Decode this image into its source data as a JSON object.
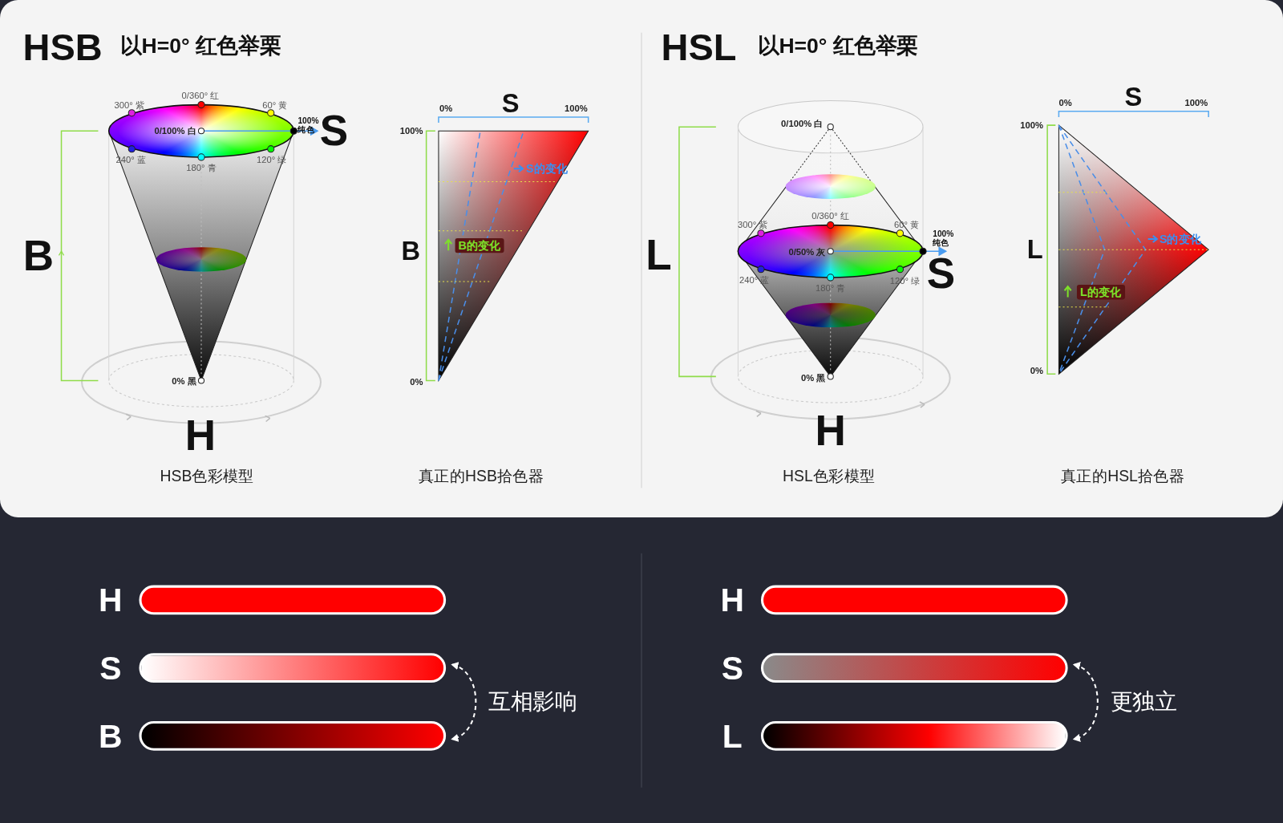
{
  "diagram": {
    "nodes": [
      {
        "text": [
          "H"
        ]
      },
      {
        "text": [
          "S"
        ]
      },
      {
        "text": [
          "B"
        ]
      },
      {
        "text": [
          "H"
        ]
      },
      {
        "text": [
          "S"
        ]
      },
      {
        "text": [
          "L"
        ]
      }
    ],
    "edges": [
      {
        "from": 1,
        "to": 2,
        "arrow": "both",
        "label": "互相影响"
      },
      {
        "from": 4,
        "to": 5,
        "arrow": "both",
        "label": "更独立"
      }
    ],
    "labels": [
      "HSB",
      "以H=0° 红色举栗",
      "0/360° 红",
      "300° 紫",
      "60° 黄",
      "0/100% 白",
      "100% 纯色",
      "S",
      "240° 蓝",
      "180° 青",
      "120° 绿",
      "B",
      "0% 黑",
      "H",
      "HSB色彩模型",
      "0%",
      "S",
      "100%",
      "100%",
      "B",
      "0%",
      "S的变化",
      "B的变化",
      "真正的HSB拾色器",
      "HSL",
      "以H=0° 红色举栗",
      "0/100% 白",
      "L",
      "0/360° 红",
      "300° 紫",
      "60° 黄",
      "100% 纯色",
      "0/50% 灰",
      "S",
      "240° 蓝",
      "180° 青",
      "120° 绿",
      "0% 黑",
      "H",
      "HSL色彩模型",
      "0%",
      "S",
      "100%",
      "100%",
      "L",
      "0%",
      "S的变化",
      "L的变化",
      "真正的HSL拾色器"
    ]
  }
}
